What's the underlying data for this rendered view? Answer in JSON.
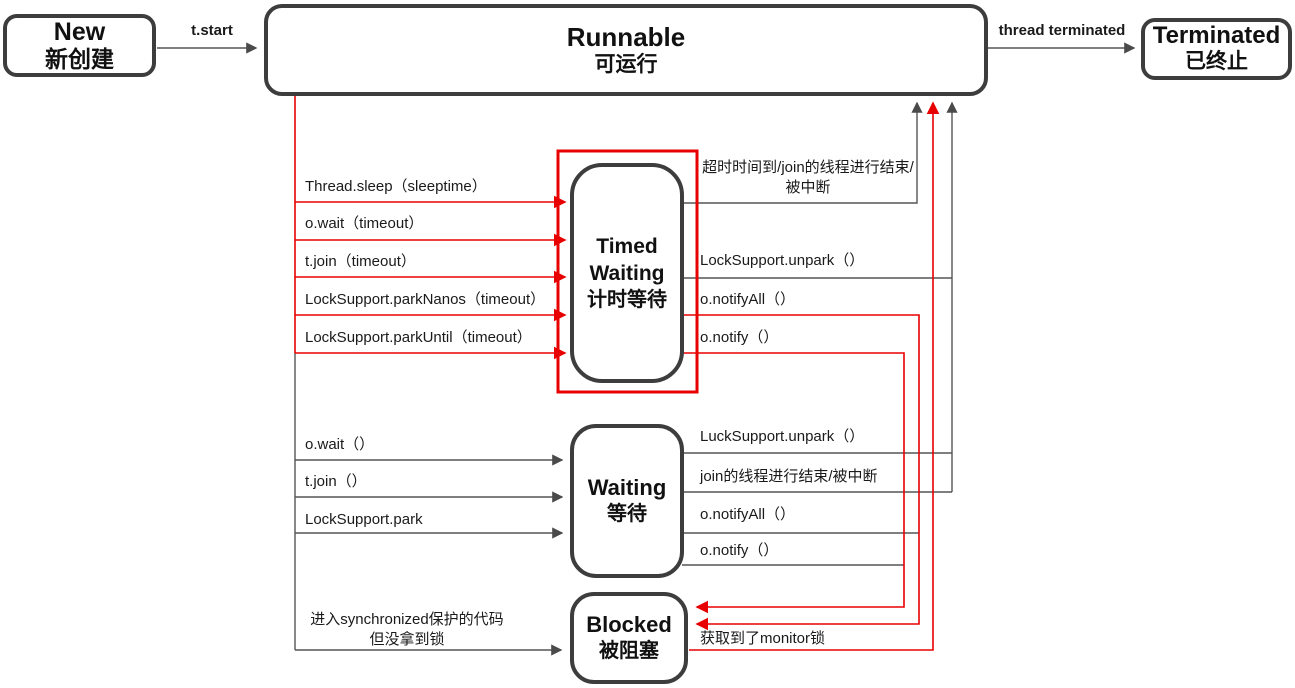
{
  "colors": {
    "red_accent": "#e80000",
    "box_border_gray": "#3d3d3d",
    "connector_gray": "#555555",
    "background": "#ffffff"
  },
  "states": {
    "new": {
      "name": "New",
      "zh": "新创建"
    },
    "runnable": {
      "name": "Runnable",
      "zh": "可运行"
    },
    "timed_waiting": {
      "name_line1": "Timed",
      "name_line2": "Waiting",
      "zh": "计时等待"
    },
    "waiting": {
      "name": "Waiting",
      "zh": "等待"
    },
    "blocked": {
      "name": "Blocked",
      "zh": "被阻塞"
    },
    "terminated": {
      "name": "Terminated",
      "zh": "已终止"
    }
  },
  "transitions": {
    "new_to_runnable": "t.start",
    "runnable_to_terminated": "thread terminated",
    "runnable_to_timed_waiting": [
      "Thread.sleep（sleeptime）",
      "o.wait（timeout）",
      "t.join（timeout）",
      "LockSupport.parkNanos（timeout）",
      "LockSupport.parkUntil（timeout）"
    ],
    "timed_waiting_to_runnable": {
      "timeout_line1": "超时时间到/join的线程进行结束/",
      "timeout_line2": "被中断",
      "unpark": "LockSupport.unpark（）"
    },
    "timed_waiting_to_blocked": {
      "notify_all": "o.notifyAll（）",
      "notify": "o.notify（）"
    },
    "runnable_to_waiting": [
      "o.wait（）",
      "t.join（）",
      "LockSupport.park"
    ],
    "waiting_to_runnable": {
      "unpark": "LuckSupport.unpark（）",
      "join_end": "join的线程进行结束/被中断"
    },
    "waiting_to_blocked": {
      "notify_all": "o.notifyAll（）",
      "notify": "o.notify（）"
    },
    "runnable_to_blocked": {
      "line1": "进入synchronized保护的代码",
      "line2": "但没拿到锁"
    },
    "blocked_to_runnable": "获取到了monitor锁"
  }
}
